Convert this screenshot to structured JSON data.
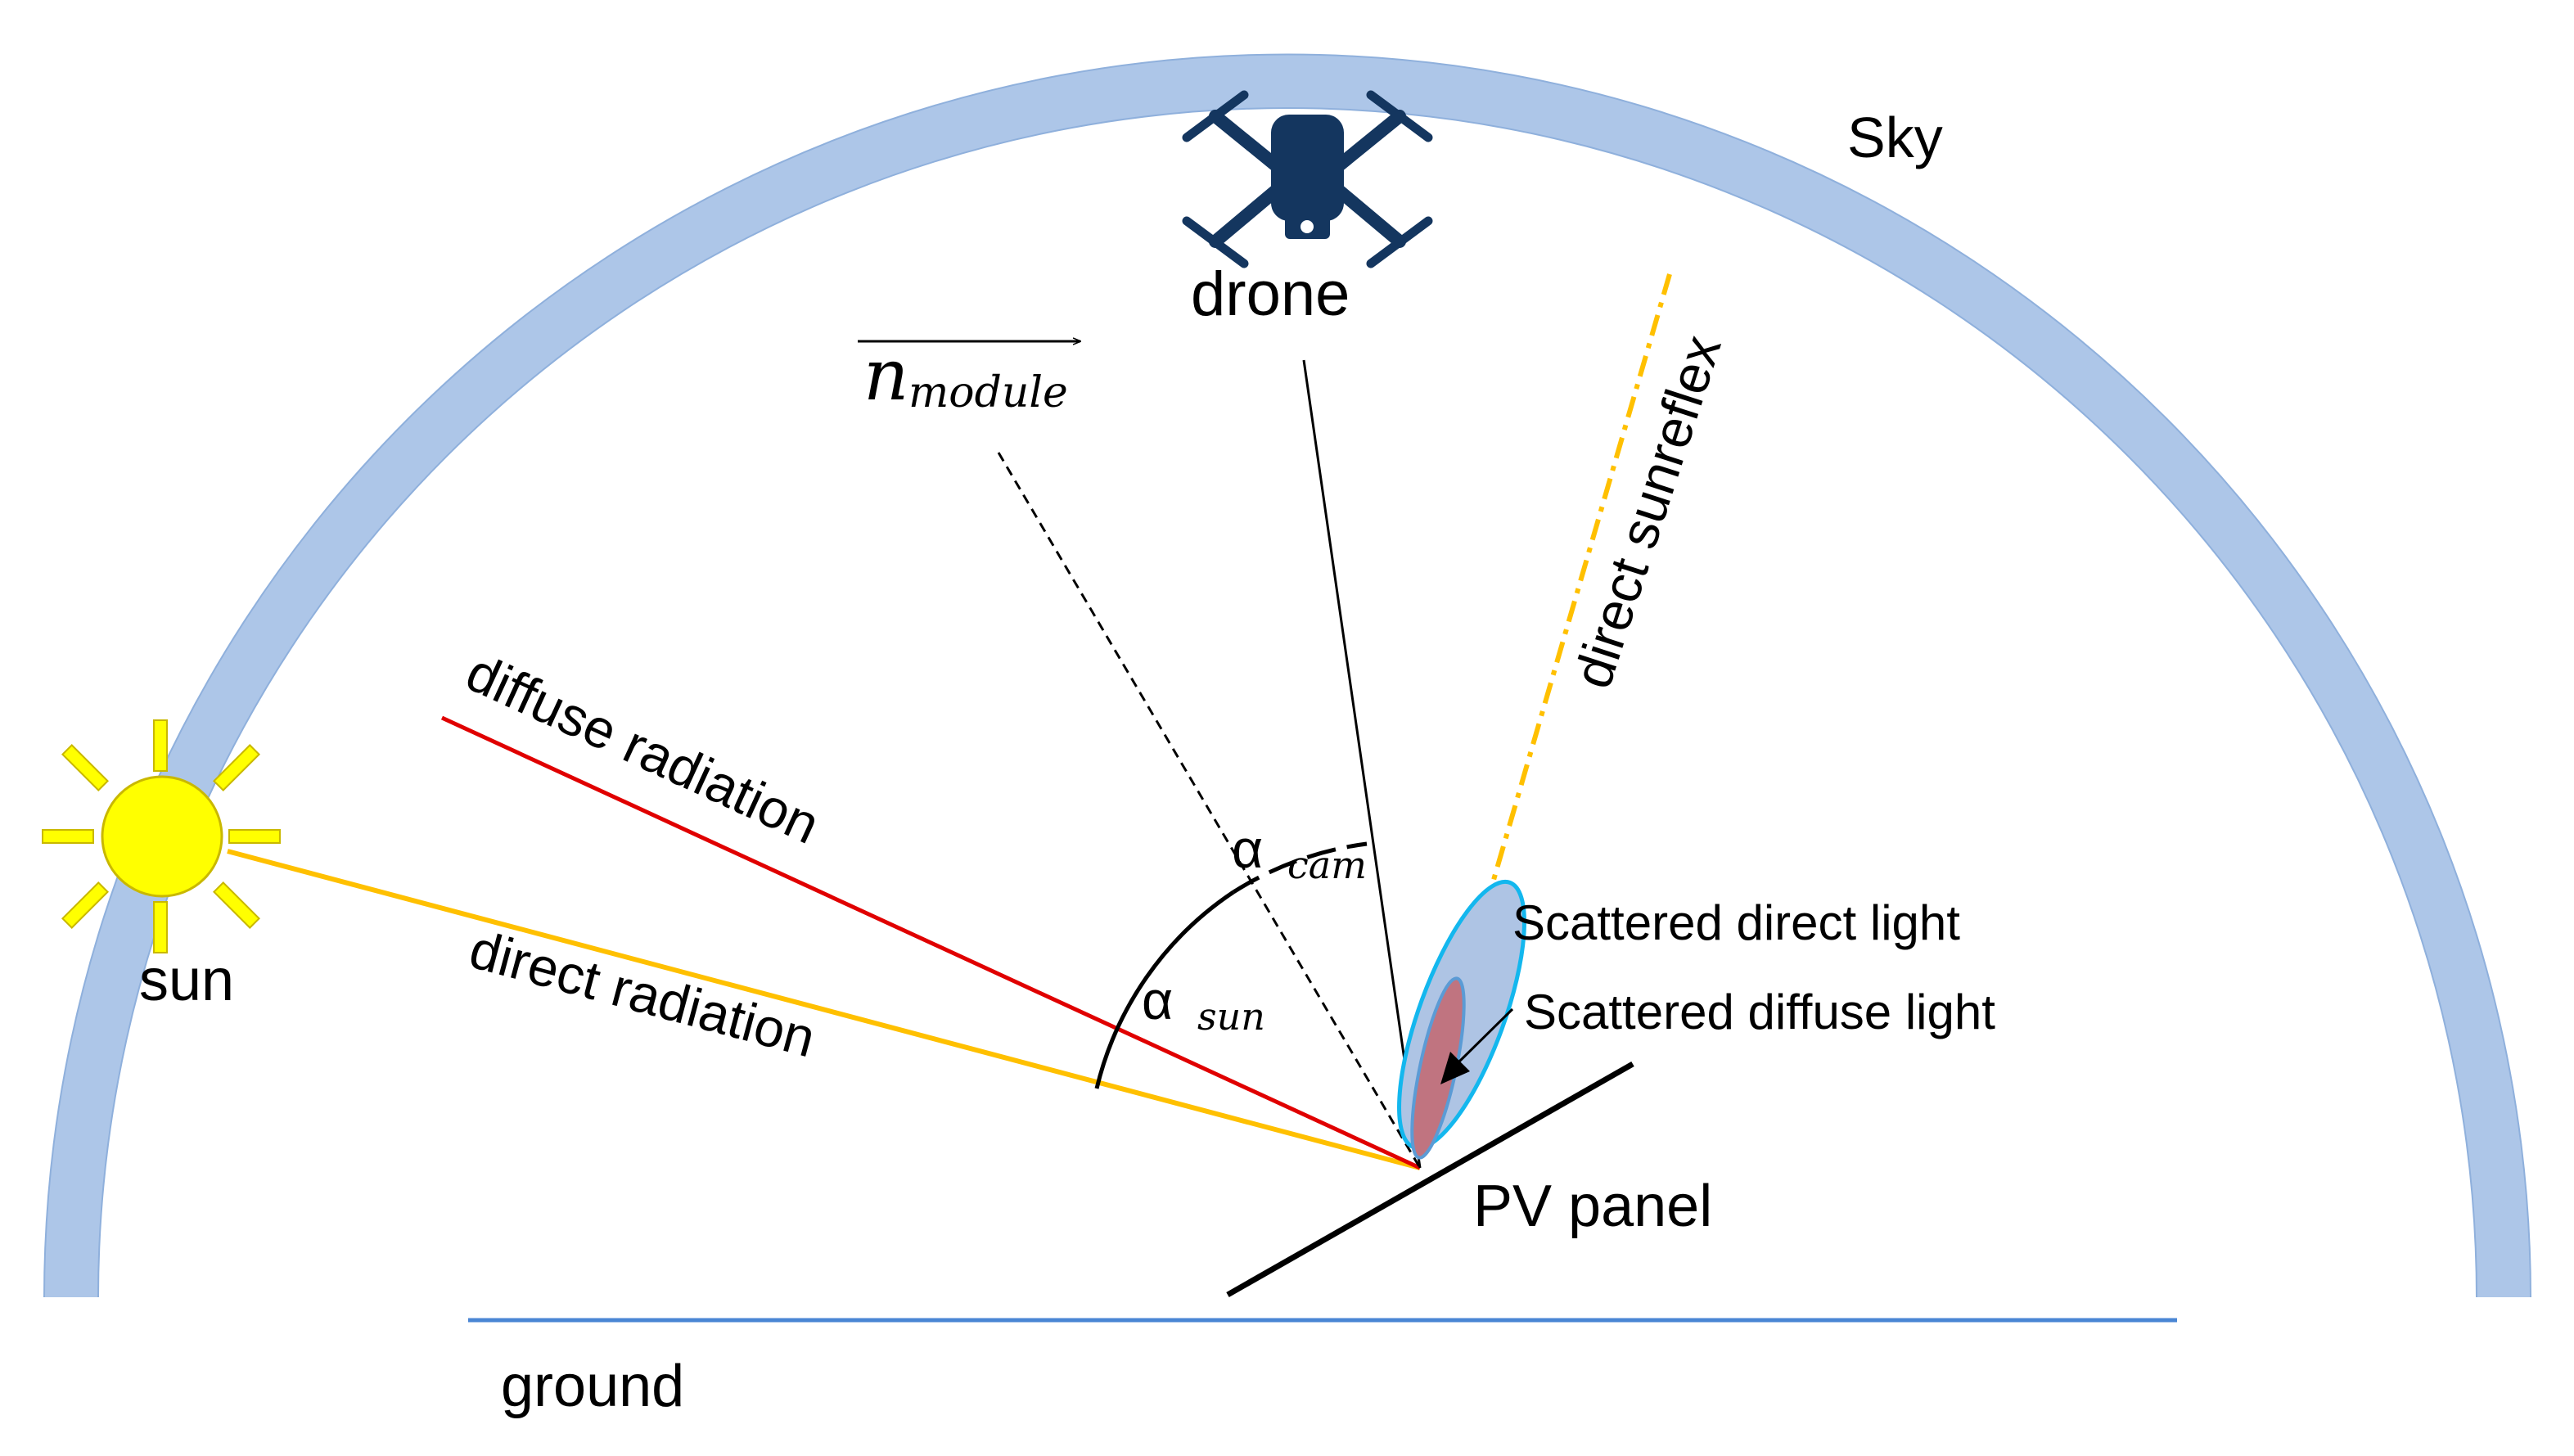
{
  "labels": {
    "sky": "Sky",
    "drone": "drone",
    "sun": "sun",
    "ground": "ground",
    "pv_panel": "PV panel",
    "diffuse_radiation": "diffuse radiation",
    "direct_radiation": "direct radiation",
    "direct_sunreflex": "direct  sunreflex",
    "scattered_direct": "Scattered direct light",
    "scattered_diffuse": "Scattered diffuse light",
    "n_symbol": "n",
    "n_subscript": "module",
    "alpha": "α",
    "alpha_cam_sub": "cam",
    "alpha_sun_sub": "sun"
  },
  "colors": {
    "sky_arc": "#adc6e8",
    "sky_arc_edge": "#8fb0dc",
    "ground_line": "#4a86d4",
    "direct_radiation": "#ffc000",
    "diffuse_radiation": "#e00000",
    "sunreflex": "#ffc000",
    "sun_fill": "#ffff00",
    "sun_stroke": "#c9b800",
    "drone": "#14365f",
    "scattered_direct_fill": "#aec4e4",
    "scattered_direct_edge": "#13b7ee",
    "scattered_diffuse_fill": "#c07480",
    "scattered_diffuse_edge": "#5b9bd5"
  },
  "icons": {
    "sun": "sun-icon",
    "drone": "drone-icon"
  }
}
